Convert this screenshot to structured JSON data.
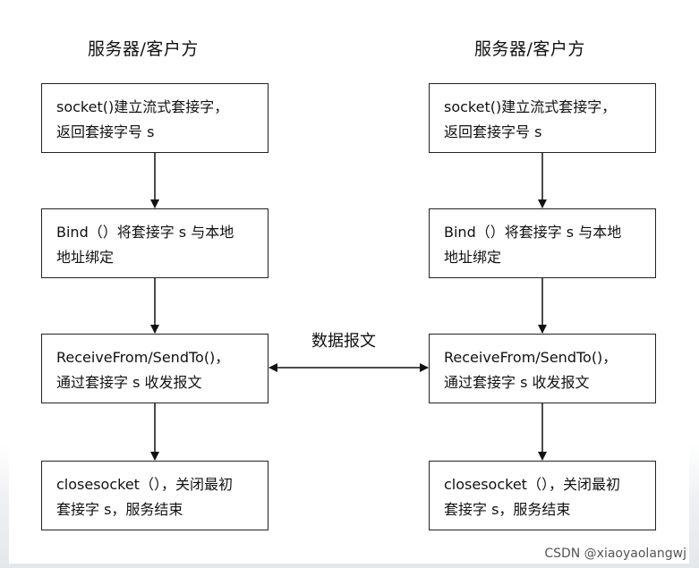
{
  "left": {
    "title": "服务器/客户方",
    "boxes": [
      {
        "l1": "socket()建立流式套接字，",
        "l2": "返回套接字号 s"
      },
      {
        "l1": "Bind（）将套接字 s 与本地",
        "l2": "地址绑定"
      },
      {
        "l1": "ReceiveFrom/SendTo()，",
        "l2": "通过套接字 s 收发报文"
      },
      {
        "l1": "closesocket（），关闭最初",
        "l2": "套接字 s，服务结束"
      }
    ]
  },
  "right": {
    "title": "服务器/客户方",
    "boxes": [
      {
        "l1": "socket()建立流式套接字，",
        "l2": "返回套接字号 s"
      },
      {
        "l1": "Bind（）将套接字 s 与本地",
        "l2": "地址绑定"
      },
      {
        "l1": "ReceiveFrom/SendTo()，",
        "l2": "通过套接字 s 收发报文"
      },
      {
        "l1": "closesocket（），关闭最初",
        "l2": "套接字 s，服务结束"
      }
    ]
  },
  "middle_label": "数据报文",
  "watermark": "CSDN @xiaoyaolangwj"
}
